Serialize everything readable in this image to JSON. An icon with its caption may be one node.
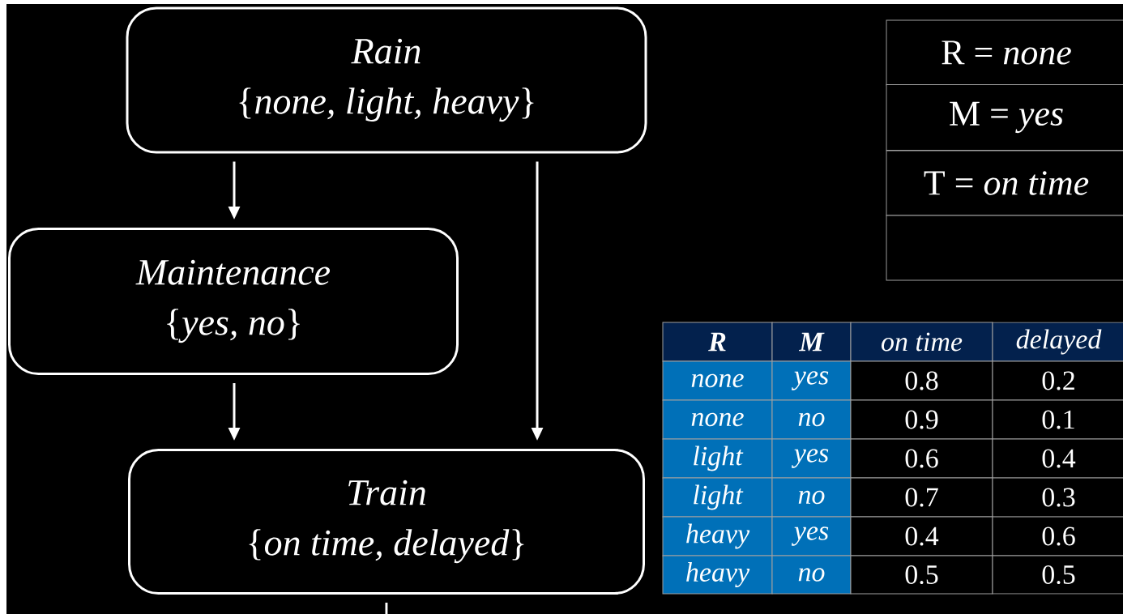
{
  "diagram": {
    "nodes": [
      {
        "text": [
          "Rain",
          "{*none, light, heavy*}"
        ]
      },
      {
        "text": [
          "Maintenance",
          "{*yes, no*}"
        ]
      },
      {
        "text": [
          "Train",
          "{*on time, delayed*}"
        ]
      }
    ],
    "edges": [
      {
        "from": 0,
        "to": 1,
        "arrow": "to"
      },
      {
        "from": 0,
        "to": 2,
        "arrow": "to"
      },
      {
        "from": 1,
        "to": 2,
        "arrow": "to"
      },
      {
        "from": 2,
        "to": null,
        "arrow": "none"
      }
    ],
    "labels": [
      "R = *none*",
      "M = *yes*",
      "T = *on time*",
      "R",
      "M",
      "on time",
      "delayed",
      "none",
      "yes",
      "0.8",
      "0.2",
      "none",
      "no",
      "0.9",
      "0.1",
      "light",
      "yes",
      "0.6",
      "0.4",
      "light",
      "no",
      "0.7",
      "0.3",
      "heavy",
      "yes",
      "0.4",
      "0.6",
      "heavy",
      "no",
      "0.5",
      "0.5"
    ]
  }
}
